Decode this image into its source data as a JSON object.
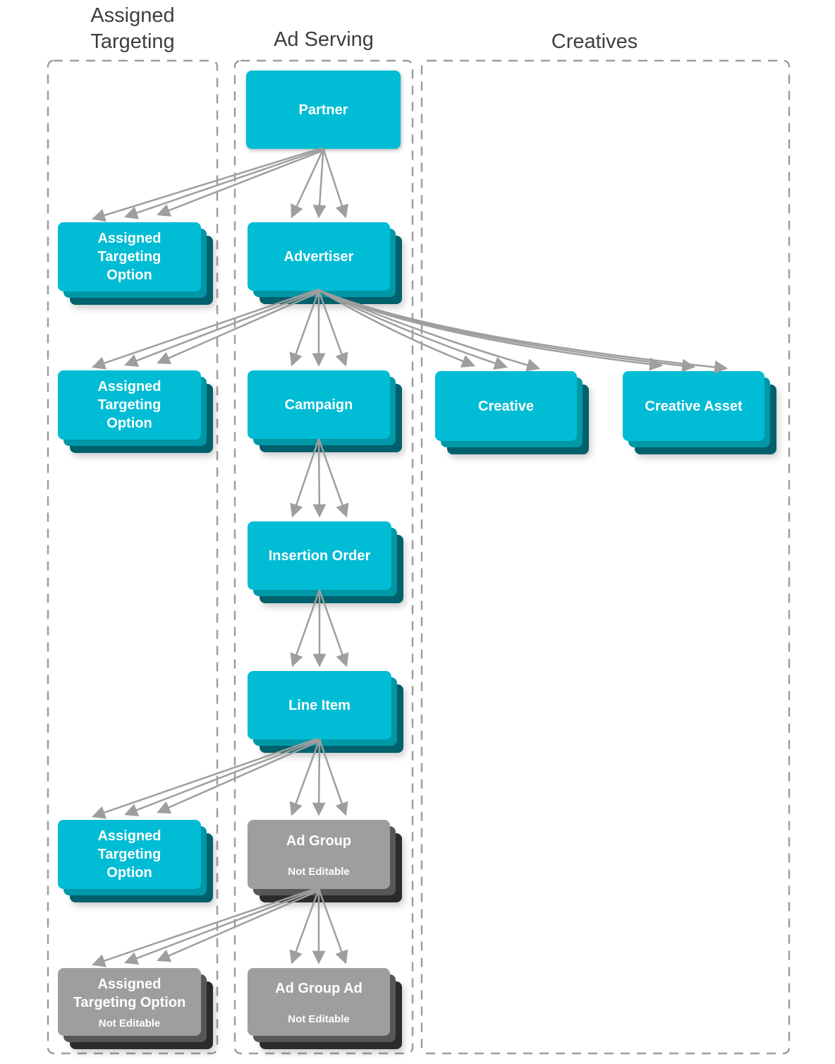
{
  "headers": {
    "left": "Assigned\nTargeting",
    "middle": "Ad Serving",
    "right": "Creatives"
  },
  "colors": {
    "entity": "#00BCD4",
    "entity_mid": "#0097A7",
    "entity_dark": "#00616C",
    "locked": "#9E9E9E",
    "locked_mid": "#575757",
    "locked_dark": "#2B2B2B",
    "arrow": "#9E9E9E",
    "border": "#9E9E9E",
    "header_text": "#3C4043"
  },
  "nodes": {
    "partner": {
      "label": "Partner",
      "editable": true
    },
    "ato1": {
      "label": "Assigned\nTargeting\nOption",
      "editable": true
    },
    "advertiser": {
      "label": "Advertiser",
      "editable": true
    },
    "ato2": {
      "label": "Assigned\nTargeting\nOption",
      "editable": true
    },
    "campaign": {
      "label": "Campaign",
      "editable": true
    },
    "creative": {
      "label": "Creative",
      "editable": true
    },
    "creative_asset": {
      "label": "Creative Asset",
      "editable": true
    },
    "insertion_order": {
      "label": "Insertion Order",
      "editable": true
    },
    "line_item": {
      "label": "Line Item",
      "editable": true
    },
    "ato3": {
      "label": "Assigned\nTargeting\nOption",
      "editable": true
    },
    "ad_group": {
      "label": "Ad Group",
      "sublabel": "Not Editable",
      "editable": false
    },
    "ato_ne": {
      "label": "Assigned\nTargeting Option",
      "sublabel": "Not Editable",
      "editable": false
    },
    "ad_group_ad": {
      "label": "Ad Group Ad",
      "sublabel": "Not Editable",
      "editable": false
    }
  },
  "edges": [
    {
      "from": "partner",
      "to": "ato1"
    },
    {
      "from": "partner",
      "to": "advertiser"
    },
    {
      "from": "advertiser",
      "to": "ato2"
    },
    {
      "from": "advertiser",
      "to": "campaign"
    },
    {
      "from": "advertiser",
      "to": "creative"
    },
    {
      "from": "advertiser",
      "to": "creative_asset"
    },
    {
      "from": "campaign",
      "to": "insertion_order"
    },
    {
      "from": "insertion_order",
      "to": "line_item"
    },
    {
      "from": "line_item",
      "to": "ato3"
    },
    {
      "from": "line_item",
      "to": "ad_group"
    },
    {
      "from": "ad_group",
      "to": "ato_ne"
    },
    {
      "from": "ad_group",
      "to": "ad_group_ad"
    }
  ]
}
